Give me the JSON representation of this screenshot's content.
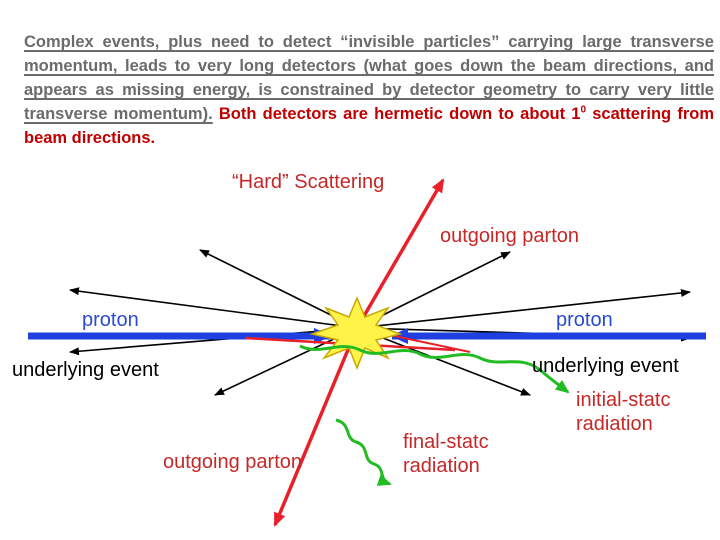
{
  "intro": {
    "underlined": "Complex events, plus need to detect “invisible particles” carrying large transverse momentum, leads to very long detectors (what goes down the beam directions, and appears as missing energy, is constrained by detector geometry to carry very little transverse momentum).",
    "tail_before_sup": " Both detectors are hermetic down to about 1",
    "sup": "0",
    "tail_after_sup": " scattering from beam directions."
  },
  "diagram": {
    "hard_scattering": "“Hard” Scattering",
    "outgoing_parton_top": "outgoing parton",
    "proton_left": "proton",
    "proton_right": "proton",
    "underlying_event_left": "underlying event",
    "underlying_event_right": "underlying event",
    "initial_state_line1": "initial-statc",
    "initial_state_line2": "radiation",
    "final_state_line1": "final-statc",
    "final_state_line2": "radiation",
    "outgoing_parton_bottom": "outgoing parton"
  },
  "colors": {
    "red": "#e8202a",
    "blue": "#1f3fe0",
    "green": "#22bb22",
    "label_red": "#c62828",
    "label_blue": "#2a4bd1",
    "star_fill": "#fff34a",
    "star_stroke": "#c8a800",
    "text_gray": "#6b6b6b",
    "text_red": "#c00000"
  }
}
